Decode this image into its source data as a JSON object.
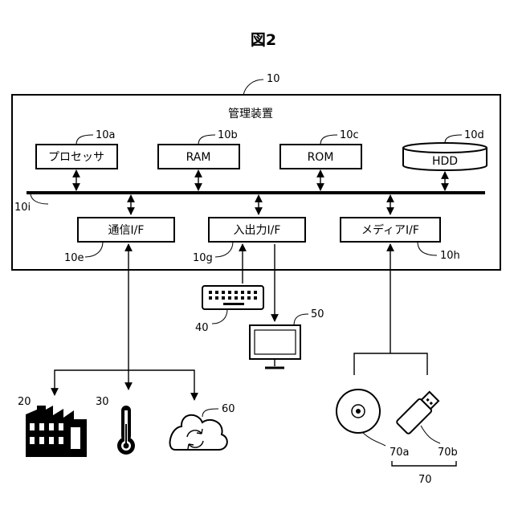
{
  "figure": {
    "title": "図2"
  },
  "device": {
    "ref": "10",
    "title": "管理装置"
  },
  "components": {
    "processor": {
      "label": "プロセッサ",
      "ref": "10a"
    },
    "ram": {
      "label": "RAM",
      "ref": "10b"
    },
    "rom": {
      "label": "ROM",
      "ref": "10c"
    },
    "hdd": {
      "label": "HDD",
      "ref": "10d"
    }
  },
  "bus": {
    "ref": "10i"
  },
  "interfaces": {
    "comm": {
      "label": "通信I/F",
      "ref": "10e"
    },
    "io": {
      "label": "入出力I/F",
      "ref": "10g"
    },
    "media": {
      "label": "メディアI/F",
      "ref": "10h"
    }
  },
  "external": {
    "factory": {
      "ref": "20",
      "icon": "factory-icon"
    },
    "thermometer": {
      "ref": "30",
      "icon": "thermometer-icon"
    },
    "cloud": {
      "ref": "60",
      "icon": "cloud-sync-icon"
    },
    "keyboard": {
      "ref": "40",
      "icon": "keyboard-icon"
    },
    "monitor": {
      "ref": "50",
      "icon": "monitor-icon"
    },
    "disc": {
      "ref": "70a",
      "icon": "disc-icon"
    },
    "usb": {
      "ref": "70b",
      "icon": "usb-drive-icon"
    },
    "media_group": {
      "ref": "70"
    }
  }
}
